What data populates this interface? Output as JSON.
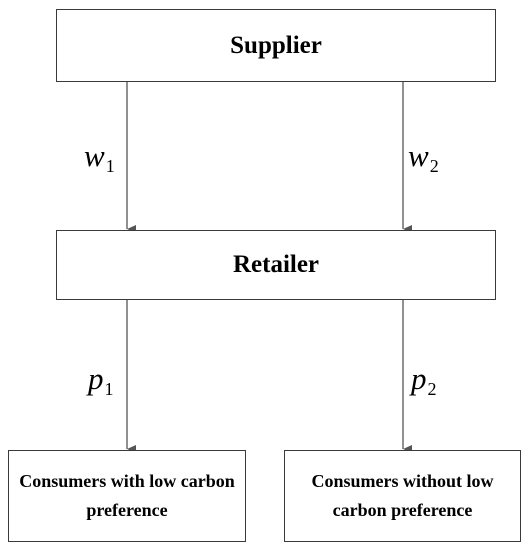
{
  "nodes": {
    "supplier": {
      "label": "Supplier"
    },
    "retailer": {
      "label": "Retailer"
    },
    "consumers_low": {
      "label": "Consumers with low carbon preference"
    },
    "consumers_without": {
      "label": "Consumers without low carbon preference"
    }
  },
  "edges": {
    "w1": {
      "symbol": "w",
      "subscript": "1"
    },
    "w2": {
      "symbol": "w",
      "subscript": "2"
    },
    "p1": {
      "symbol": "p",
      "subscript": "1"
    },
    "p2": {
      "symbol": "p",
      "subscript": "2"
    }
  },
  "colors": {
    "line": "#555555",
    "border": "#3a3a3a",
    "text": "#000000",
    "background": "#ffffff"
  }
}
